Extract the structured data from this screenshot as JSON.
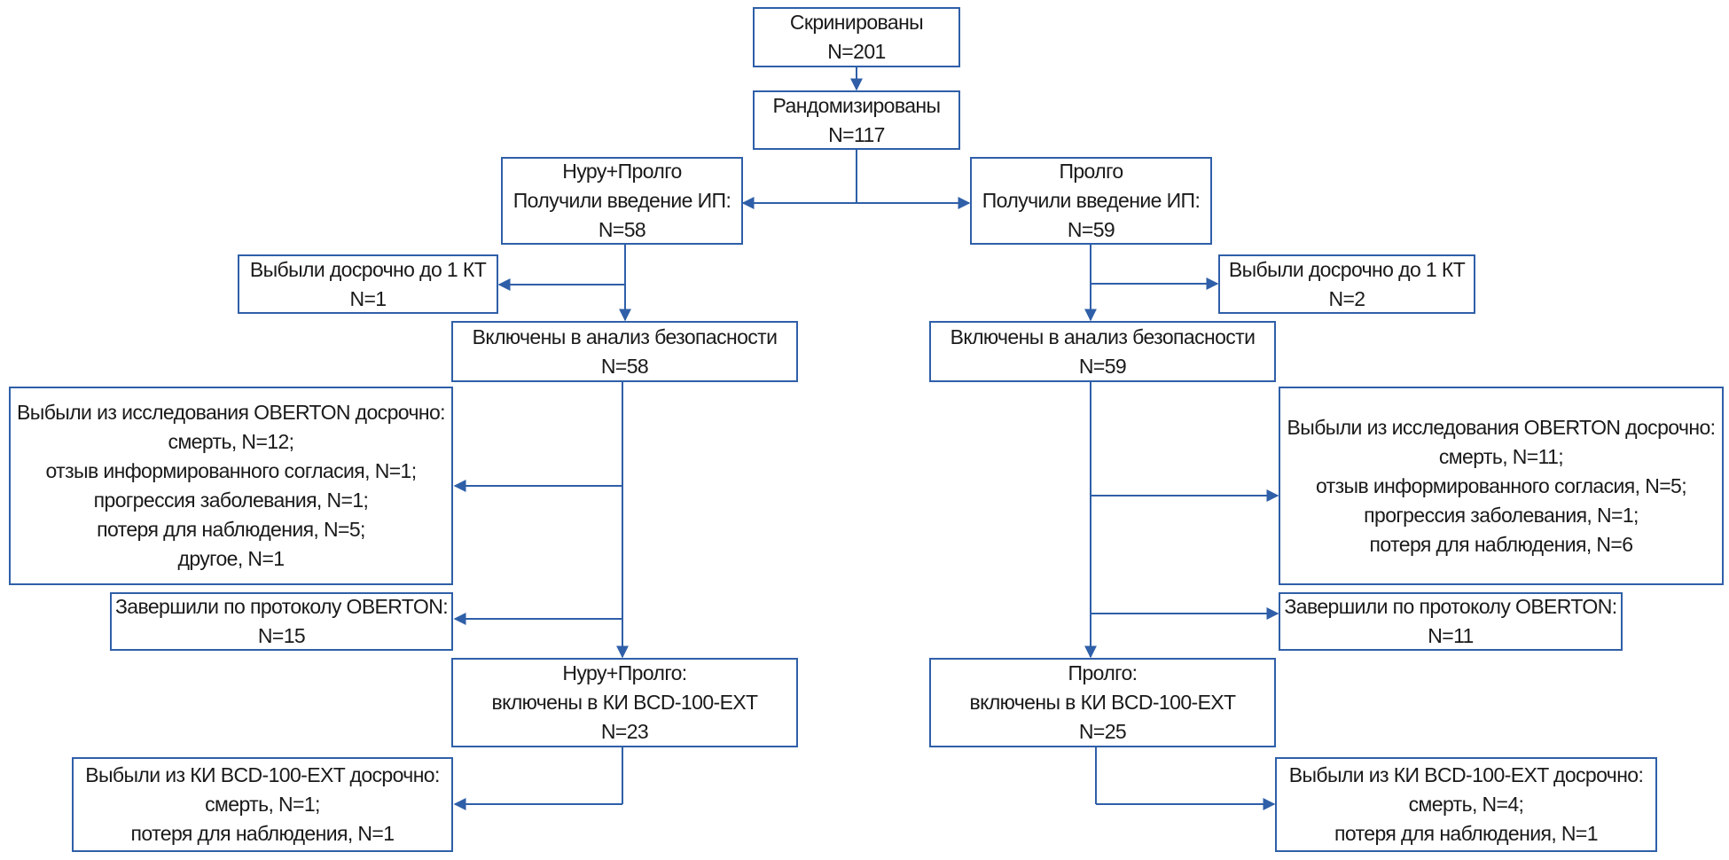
{
  "colors": {
    "stroke": "#2f5fa8",
    "text": "#1a1a1a",
    "background": "#ffffff"
  },
  "boxes": {
    "screened": {
      "lines": [
        "Скринированы",
        "N=201"
      ]
    },
    "randomized": {
      "lines": [
        "Рандомизированы",
        "N=117"
      ]
    },
    "arm_a_dosed": {
      "lines": [
        "Нуру+Пролго",
        "Получили введение ИП:",
        "N=58"
      ]
    },
    "arm_b_dosed": {
      "lines": [
        "Пролго",
        "Получили введение ИП:",
        "N=59"
      ]
    },
    "arm_a_early_drop": {
      "lines": [
        "Выбыли досрочно до 1 КТ",
        "N=1"
      ]
    },
    "arm_b_early_drop": {
      "lines": [
        "Выбыли досрочно до 1 КТ",
        "N=2"
      ]
    },
    "arm_a_safety": {
      "lines": [
        "Включены в анализ безопасности",
        "N=58"
      ]
    },
    "arm_b_safety": {
      "lines": [
        "Включены в анализ безопасности",
        "N=59"
      ]
    },
    "arm_a_oberton_drop": {
      "lines": [
        "Выбыли из исследования OBERTON досрочно:",
        "смерть, N=12;",
        "отзыв информированного согласия, N=1;",
        "прогрессия заболевания, N=1;",
        "потеря для наблюдения, N=5;",
        "другое, N=1"
      ]
    },
    "arm_b_oberton_drop": {
      "lines": [
        "Выбыли из исследования OBERTON досрочно:",
        "смерть, N=11;",
        "отзыв информированного согласия, N=5;",
        "прогрессия заболевания, N=1;",
        "потеря для наблюдения, N=6"
      ]
    },
    "arm_a_completed": {
      "lines": [
        "Завершили по протоколу OBERTON:",
        "N=15"
      ]
    },
    "arm_b_completed": {
      "lines": [
        "Завершили по протоколу OBERTON:",
        "N=11"
      ]
    },
    "arm_a_ext": {
      "lines": [
        "Нуру+Пролго:",
        "включены в КИ BCD-100-EXT",
        "N=23"
      ]
    },
    "arm_b_ext": {
      "lines": [
        "Пролго:",
        "включены в КИ BCD-100-EXT",
        "N=25"
      ]
    },
    "arm_a_ext_drop": {
      "lines": [
        "Выбыли из КИ BCD-100-EXT досрочно:",
        "смерть, N=1;",
        "потеря для наблюдения, N=1"
      ]
    },
    "arm_b_ext_drop": {
      "lines": [
        "Выбыли из КИ BCD-100-EXT досрочно:",
        "смерть, N=4;",
        "потеря для наблюдения, N=1"
      ]
    }
  }
}
